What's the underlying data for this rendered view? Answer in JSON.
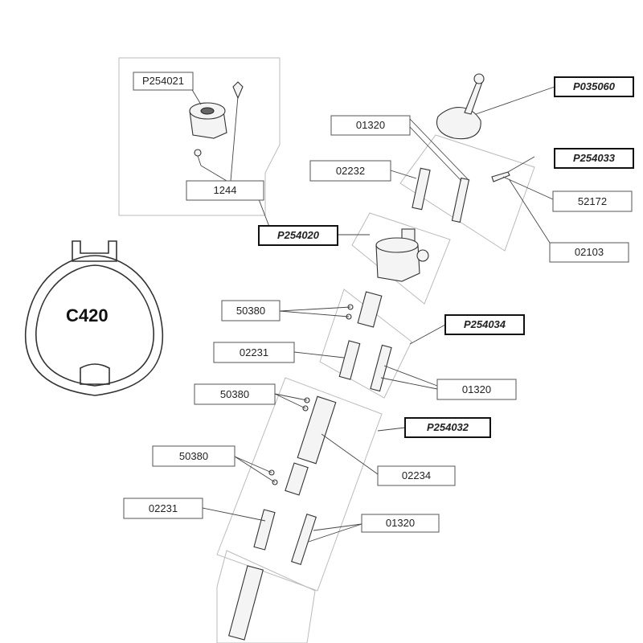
{
  "profile": {
    "name": "C420"
  },
  "labels": {
    "p254021": "P254021",
    "l1244": "1244",
    "p254020": "P254020",
    "p035060": "P035060",
    "l01320_top": "01320",
    "l02232": "02232",
    "p254033": "P254033",
    "l52172": "52172",
    "l02103": "02103",
    "l50380_a": "50380",
    "p254034": "P254034",
    "l02231_a": "02231",
    "l01320_mid": "01320",
    "l50380_b": "50380",
    "p254032": "P254032",
    "l50380_c": "50380",
    "l02234": "02234",
    "l02231_b": "02231",
    "l01320_bot": "01320"
  }
}
